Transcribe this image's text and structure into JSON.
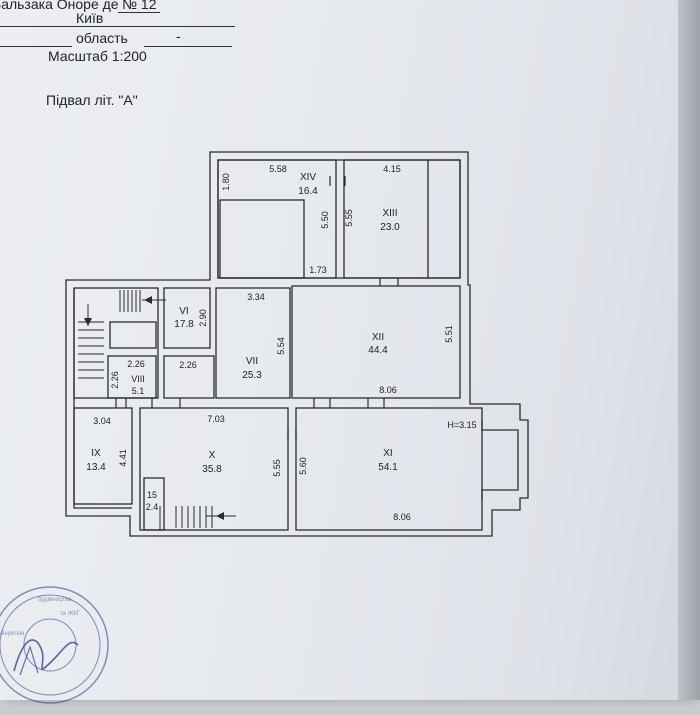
{
  "header": {
    "street_fragment": "Бальзака Оноре де",
    "number_label": "№ 12",
    "city": "Київ",
    "region_label": "область",
    "region_value": "-",
    "scale": "Масштаб 1:200",
    "title": "Підвал літ. \"А\""
  },
  "rooms": [
    {
      "id": "XIV",
      "area": "16.4"
    },
    {
      "id": "XIII",
      "area": "23.0"
    },
    {
      "id": "VI",
      "area": "17.8"
    },
    {
      "id": "VII",
      "area": "25.3"
    },
    {
      "id": "XII",
      "area": "44.4"
    },
    {
      "id": "VIII",
      "area": "5.1"
    },
    {
      "id": "IX",
      "area": "13.4"
    },
    {
      "id": "X",
      "area": "35.8"
    },
    {
      "id": "XI",
      "area": "54.1"
    },
    {
      "id": "15",
      "area": "2.4"
    }
  ],
  "dimensions": {
    "d_xiv_height_left": "1.80",
    "d_xiv_width": "5.58",
    "d_xiv_height_right": "5.50",
    "d_xiv_bottom": "1.73",
    "d_xiii_height": "5.55",
    "d_xiii_width": "4.15",
    "d_vi_height": "2.90",
    "d_vii_width": "3.34",
    "d_vi_bottom": "2.26",
    "d_vii_height": "5.54",
    "d_xii_height": "5.51",
    "d_xii_width": "8.06",
    "d_viii_width": "2.26",
    "d_viii_height": "2.26",
    "d_ix_width": "3.04",
    "d_ix_height": "4.41",
    "d_x_width": "7.03",
    "d_x_height": "5.55",
    "d_xi_height_left": "5.60",
    "d_xi_ceiling": "H=3.15",
    "d_xi_width": "8.06"
  },
  "colors": {
    "paper": "#e6e9ee",
    "ink": "#222222",
    "stamp_ink": "#2a3a8c"
  },
  "stamp": {
    "text": "регіонального розвитку, будівництва та житлово-комунального господарства",
    "type": "round official seal with signature"
  }
}
